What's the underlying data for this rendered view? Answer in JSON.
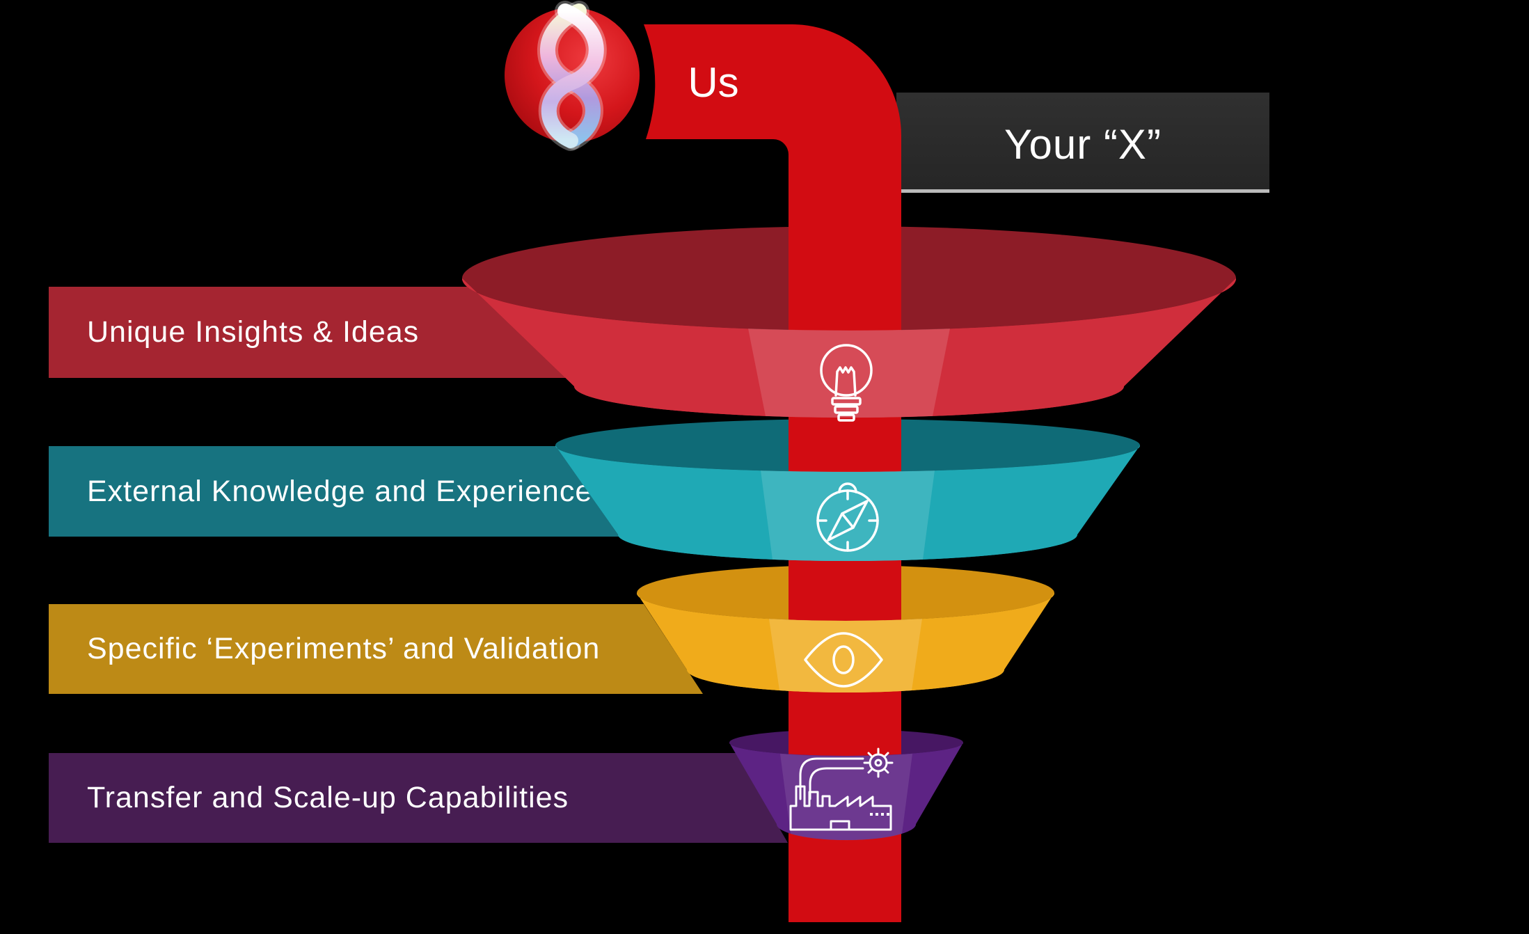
{
  "background_color": "#000000",
  "logo": {
    "icon": "brand-x-logo-icon",
    "circle_color": "#d4161b"
  },
  "pipe": {
    "label": "Us",
    "color": "#d20c12"
  },
  "your_x": {
    "label": "Your “X”",
    "background": "#2a2a2a",
    "text_color": "#ffffff",
    "underline_color": "#bababa"
  },
  "stages": [
    {
      "label": "Unique Insights & Ideas",
      "icon": "lightbulb-icon",
      "bar_color": "#a52531",
      "band_color": "#d02e3c",
      "inner_color": "#8d1c27"
    },
    {
      "label": "External Knowledge and Experience",
      "icon": "compass-icon",
      "bar_color": "#177380",
      "band_color": "#1fa9b5",
      "inner_color": "#0f6b77"
    },
    {
      "label": "Specific ‘Experiments’ and Validation",
      "icon": "eye-icon",
      "bar_color": "#bd8a16",
      "band_color": "#f0ab1b",
      "inner_color": "#d39110"
    },
    {
      "label": "Transfer and Scale-up Capabilities",
      "icon": "factory-icon",
      "bar_color": "#471d52",
      "band_color": "#5d2384",
      "inner_color": "#471763"
    }
  ]
}
